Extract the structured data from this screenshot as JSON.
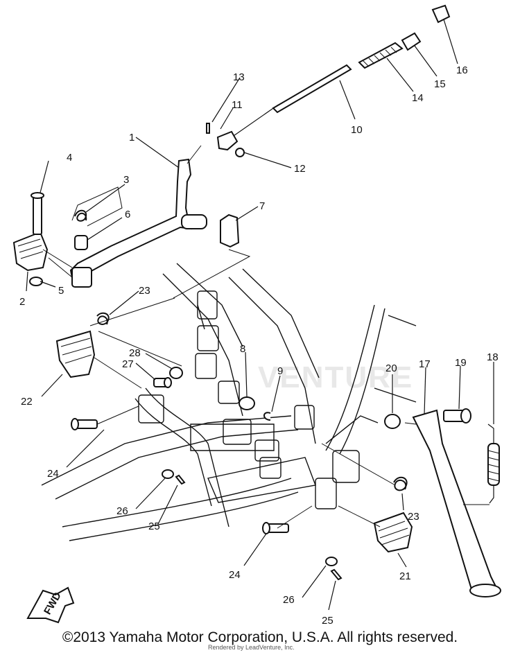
{
  "diagram": {
    "callouts": [
      "1",
      "2",
      "3",
      "4",
      "5",
      "6",
      "7",
      "8",
      "9",
      "10",
      "11",
      "12",
      "13",
      "14",
      "15",
      "16",
      "17",
      "18",
      "19",
      "20",
      "21",
      "22",
      "23",
      "23",
      "24",
      "24",
      "25",
      "25",
      "26",
      "26",
      "27",
      "28"
    ],
    "fwd_label": "FWD",
    "watermark": "VENTURE"
  },
  "footer": {
    "copyright": "©2013 Yamaha Motor Corporation, U.S.A. All rights reserved.",
    "render_credit": "Rendered by LeadVenture, Inc."
  }
}
